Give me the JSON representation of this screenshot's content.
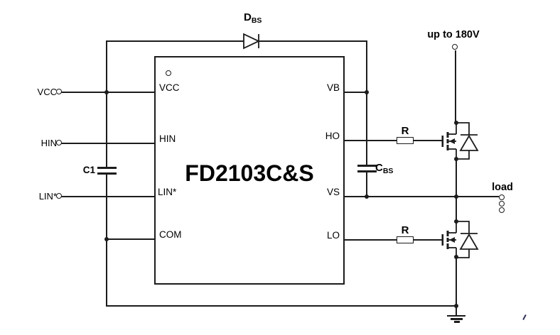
{
  "figure": {
    "description": "Typical application schematic of FD2103C&S high/low side gate driver",
    "supply_label": "up to 180V",
    "load_label": "load"
  },
  "ic": {
    "part_number": "FD2103C&S",
    "pins": {
      "vcc": "VCC",
      "hin": "HIN",
      "lin": "LIN*",
      "com": "COM",
      "vb": "VB",
      "ho": "HO",
      "vs": "VS",
      "lo": "LO"
    }
  },
  "terminals": {
    "vcc": "VCC",
    "hin": "HIN",
    "lin": "LIN*"
  },
  "components": {
    "bootstrap_diode": {
      "prefix": "D",
      "sub": "BS"
    },
    "bootstrap_cap": {
      "prefix": "C",
      "sub": "BS"
    },
    "input_cap": "C1",
    "gate_resistor_high": "R",
    "gate_resistor_low": "R"
  },
  "colors": {
    "line": "#1c1c1c",
    "text": "#000000",
    "background": "#ffffff"
  }
}
